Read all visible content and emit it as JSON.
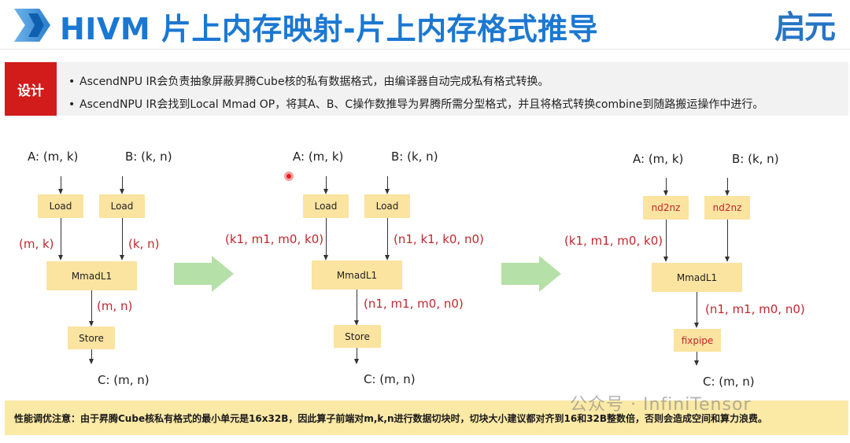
{
  "header": {
    "title": "HIVM 片上内存映射-片上内存格式推导",
    "logo": "启元"
  },
  "design": {
    "badge": "设计",
    "bullets": [
      "AscendNPU IR会负责抽象屏蔽昇腾Cube核的私有数据格式，由编译器自动完成私有格式转换。",
      "AscendNPU IR会找到Local Mmad OP，将其A、B、C操作数推导为昇腾所需分型格式，并且将格式转换combine到随路搬运操作中进行。"
    ],
    "bullet_char": "•"
  },
  "diagrams": [
    {
      "input_a": "A: (m, k)",
      "input_b": "B: (k, n)",
      "op_a": "Load",
      "op_b": "Load",
      "fmt_a": "(m, k)",
      "fmt_b": "(k, n)",
      "mmad": "MmadL1",
      "fmt_out": "(m, n)",
      "op_out": "Store",
      "output": "C: (m, n)"
    },
    {
      "input_a": "A: (m, k)",
      "input_b": "B: (k, n)",
      "op_a": "Load",
      "op_b": "Load",
      "fmt_a": "(k1, m1, m0, k0)",
      "fmt_b": "(n1, k1, k0, n0)",
      "mmad": "MmadL1",
      "fmt_out": "(n1, m1, m0, n0)",
      "op_out": "Store",
      "output": "C: (m, n)"
    },
    {
      "input_a": "A: (m, k)",
      "input_b": "B: (k, n)",
      "op_a": "nd2nz",
      "op_b": "nd2nz",
      "fmt_a": "(k1, m1, m0, k0)",
      "fmt_b": "",
      "mmad": "MmadL1",
      "fmt_out": "(n1, m1, m0, n0)",
      "op_out": "fixpipe",
      "output": "C: (m, n)"
    }
  ],
  "footer": {
    "note": "性能调优注意：由于昇腾Cube核私有格式的最小单元是16x32B，因此算子前端对m,k,n进行数据切块时，切块大小建议都对齐到16和32B整数倍，否则会造成空间和算力浪费。",
    "watermark": "公众号 · InfiniTensor"
  },
  "colors": {
    "title": "#1b78d2",
    "badge": "#d21b1b",
    "op_box": "#fbe3a0",
    "format_text": "#c0272d",
    "flow_arrow": "#b5e0a8",
    "footer_bg": "#fbe9a6"
  }
}
